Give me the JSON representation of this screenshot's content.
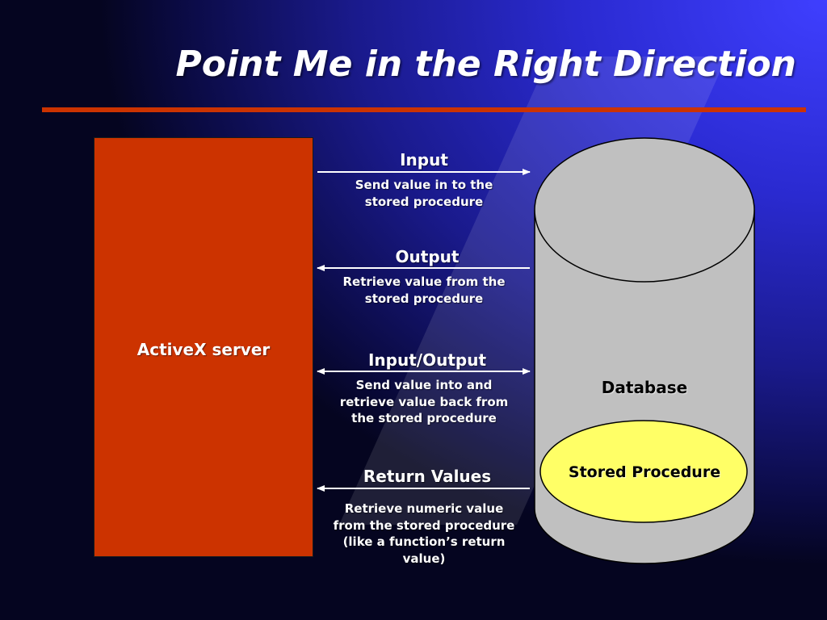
{
  "slide": {
    "title": "Point Me in the Right Direction",
    "accent_color": "#cc3300",
    "background_color": "#1a1a8c"
  },
  "diagram": {
    "activex": {
      "label": "ActiveX server",
      "color": "#cc3300"
    },
    "database": {
      "label": "Database",
      "color": "#c0c0c0"
    },
    "stored_procedure": {
      "label": "Stored Procedure",
      "color": "#ffff66"
    },
    "flows": [
      {
        "heading": "Input",
        "description": "Send value in to the stored procedure",
        "direction": "to-database"
      },
      {
        "heading": "Output",
        "description": "Retrieve value from the stored procedure",
        "direction": "to-activex"
      },
      {
        "heading": "Input/Output",
        "description": "Send value into and retrieve value back from the stored procedure",
        "direction": "both"
      },
      {
        "heading": "Return Values",
        "description": "Retrieve numeric value from the stored procedure (like a function’s return value)",
        "direction": "to-activex"
      }
    ]
  }
}
